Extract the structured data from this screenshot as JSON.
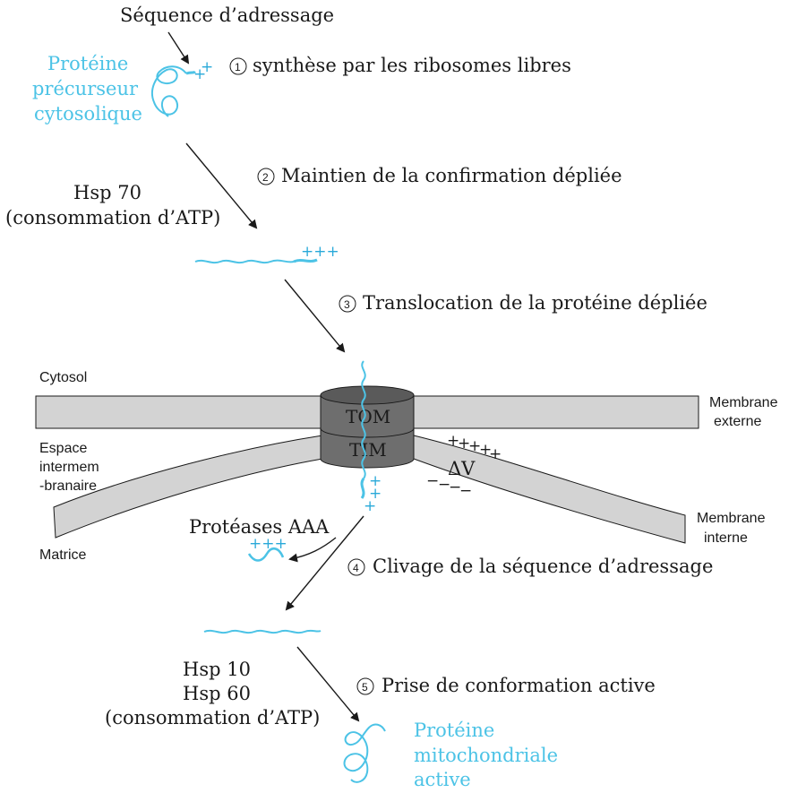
{
  "labels": {
    "addressing_sequence": "Séquence d’adressage",
    "precursor_line1": "Protéine",
    "precursor_line2": "précurseur",
    "precursor_line3": "cytosolique",
    "hsp70_line1": "Hsp 70",
    "hsp70_line2": "(consommation d’ATP)",
    "cytosol": "Cytosol",
    "outer_membrane_line1": "Membrane",
    "outer_membrane_line2": "externe",
    "intermembrane_line1": "Espace",
    "intermembrane_line2": "intermem",
    "intermembrane_line3": "-branaire",
    "inner_membrane_line1": "Membrane",
    "inner_membrane_line2": "interne",
    "matrix": "Matrice",
    "proteases": "Protéases AAA",
    "hsp_chaperonins_line1": "Hsp 10",
    "hsp_chaperonins_line2": "Hsp 60",
    "hsp_chaperonins_line3": "(consommation d’ATP)",
    "active_line1": "Protéine",
    "active_line2": "mitochondriale",
    "active_line3": "active",
    "tom": "TOM",
    "tim": "TIM",
    "delta_v": "ΔV"
  },
  "steps": [
    {
      "number": "1",
      "text": "synthèse par les ribosomes libres"
    },
    {
      "number": "2",
      "text": "Maintien de la confirmation dépliée"
    },
    {
      "number": "3",
      "text": "Translocation de la protéine dépliée"
    },
    {
      "number": "4",
      "text": "Clivage de la séquence d’adressage"
    },
    {
      "number": "5",
      "text": "Prise de conformation active"
    }
  ],
  "charges": {
    "plus_sign": "+",
    "minus_sign": "−",
    "triple_plus": "+++"
  },
  "colors": {
    "protein": "#4cc3e6",
    "membrane_fill": "#d3d3d3",
    "pore_fill": "#6e6e6e",
    "outline": "#1a1a1a"
  }
}
